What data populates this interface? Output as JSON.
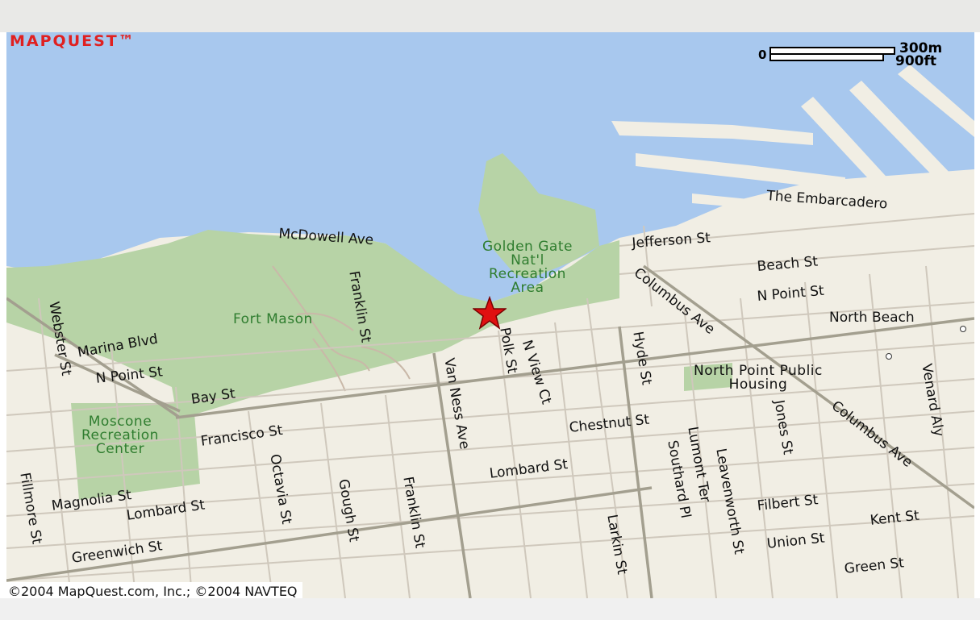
{
  "brand": {
    "logo_text": "MAPQUEST™"
  },
  "scale": {
    "zero": "0",
    "metric": "300m",
    "imperial": "900ft"
  },
  "copyright": "©2004 MapQuest.com, Inc.; ©2004 NAVTEQ",
  "colors": {
    "water": "#a8c8ee",
    "land": "#f1eee4",
    "park": "#b7d3a6",
    "road": "#c9c3b8",
    "major_road": "#a39f8f",
    "marker": "#e01010"
  },
  "marker": {
    "icon": "red-star-icon"
  },
  "labels": {
    "embarcadero": "The Embarcadero",
    "jefferson": "Jefferson St",
    "beach": "Beach St",
    "n_point_east": "N Point St",
    "north_beach": "North Beach",
    "columbus_upper": "Columbus Ave",
    "columbus_lower": "Columbus Ave",
    "mcdowell": "McDowell Ave",
    "franklin_upper": "Franklin St",
    "franklin_lower": "Franklin St",
    "webster": "Webster St",
    "marina": "Marina Blvd",
    "n_point_west": "N Point St",
    "bay": "Bay St",
    "van_ness": "Van Ness Ave",
    "polk": "Polk St",
    "n_view": "N View Ct",
    "hyde": "Hyde St",
    "chestnut": "Chestnut St",
    "francisco": "Francisco St",
    "lombard_mid": "Lombard St",
    "lombard_west": "Lombard St",
    "octavia": "Octavia St",
    "gough": "Gough St",
    "magnolia": "Magnolia St",
    "greenwich": "Greenwich St",
    "fillmore": "Fillmore St",
    "lumont": "Lumont Ter",
    "southard": "Southard Pl",
    "leavenworth": "Leavenworth St",
    "jones": "Jones St",
    "venard": "Venard Aly",
    "filbert": "Filbert St",
    "kent": "Kent St",
    "union": "Union St",
    "green": "Green St",
    "larkin": "Larkin St"
  },
  "parks": {
    "golden_gate": "Golden Gate\nNat'l\nRecreation\nArea",
    "fort_mason": "Fort Mason",
    "moscone": "Moscone\nRecreation\nCenter",
    "north_point_housing": "North Point Public\nHousing"
  }
}
